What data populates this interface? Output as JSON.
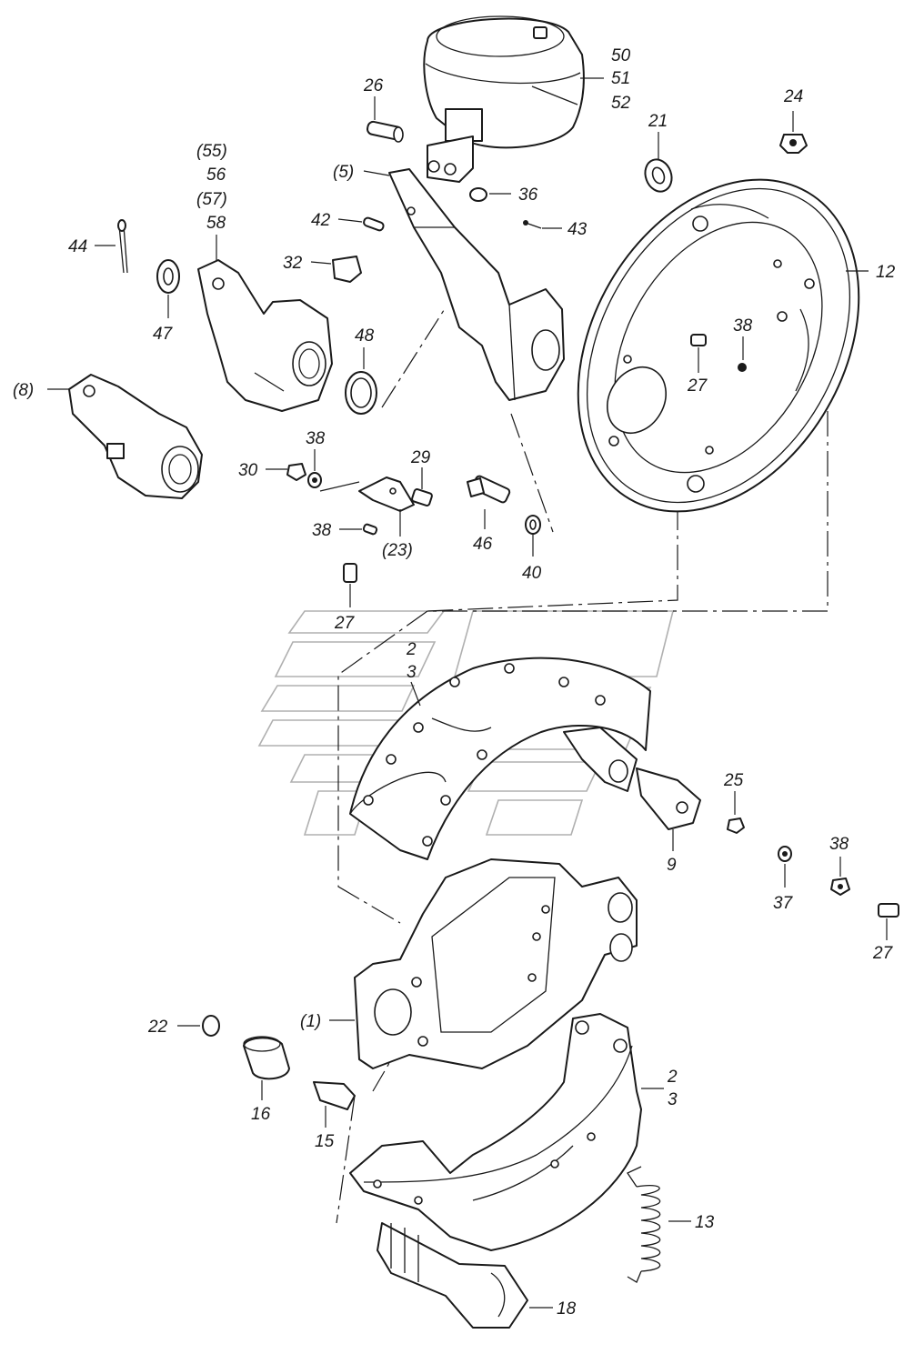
{
  "labels": {
    "l50": "50",
    "l51": "51",
    "l52": "52",
    "l26": "26",
    "l24": "24",
    "l21": "21",
    "l55": "(55)",
    "l56": "56",
    "l57": "(57)",
    "l58": "58",
    "l5": "(5)",
    "l36": "36",
    "l42": "42",
    "l43": "43",
    "l44": "44",
    "l32": "32",
    "l12": "12",
    "l47": "47",
    "l48": "48",
    "l38a": "38",
    "l27a": "27",
    "l8": "(8)",
    "l38b": "38",
    "l30": "30",
    "l29": "29",
    "l38c": "38",
    "l23": "(23)",
    "l46": "46",
    "l40": "40",
    "l27b": "27",
    "l2a": "2",
    "l3a": "3",
    "l25": "25",
    "l9": "9",
    "l38d": "38",
    "l37": "37",
    "l27c": "27",
    "l22": "22",
    "l1": "(1)",
    "l16": "16",
    "l15": "15",
    "l2b": "2",
    "l3b": "3",
    "l13": "13",
    "l18": "18"
  }
}
